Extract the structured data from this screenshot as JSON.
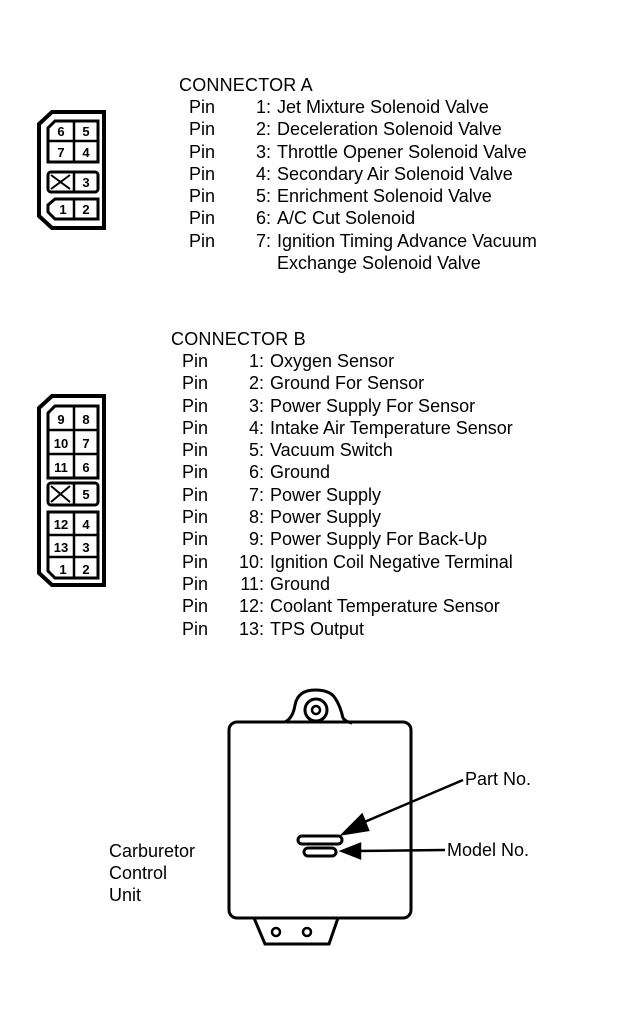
{
  "connector_a": {
    "title": "CONNECTOR A",
    "word": "Pin",
    "pins": [
      {
        "num": "1:",
        "desc": "Jet Mixture Solenoid Valve"
      },
      {
        "num": "2:",
        "desc": "Deceleration Solenoid Valve"
      },
      {
        "num": "3:",
        "desc": "Throttle Opener Solenoid Valve"
      },
      {
        "num": "4:",
        "desc": "Secondary Air Solenoid Valve"
      },
      {
        "num": "5:",
        "desc": "Enrichment Solenoid Valve"
      },
      {
        "num": "6:",
        "desc": "A/C Cut Solenoid"
      },
      {
        "num": "7:",
        "desc": "Ignition Timing Advance Vacuum"
      }
    ],
    "continuation": "Exchange Solenoid Valve",
    "diagram_cells": [
      [
        "6",
        "5"
      ],
      [
        "7",
        "4"
      ],
      [
        "X",
        "3"
      ],
      [
        "1",
        "2"
      ]
    ]
  },
  "connector_b": {
    "title": "CONNECTOR B",
    "word": "Pin",
    "pins": [
      {
        "num": "1:",
        "desc": "Oxygen Sensor"
      },
      {
        "num": "2:",
        "desc": "Ground For Sensor"
      },
      {
        "num": "3:",
        "desc": "Power Supply For Sensor"
      },
      {
        "num": "4:",
        "desc": "Intake Air Temperature Sensor"
      },
      {
        "num": "5:",
        "desc": "Vacuum Switch"
      },
      {
        "num": "6:",
        "desc": "Ground"
      },
      {
        "num": "7:",
        "desc": "Power Supply"
      },
      {
        "num": "8:",
        "desc": "Power Supply"
      },
      {
        "num": "9:",
        "desc": "Power Supply For Back-Up"
      },
      {
        "num": "10:",
        "desc": "Ignition Coil Negative Terminal"
      },
      {
        "num": "11:",
        "desc": "Ground"
      },
      {
        "num": "12:",
        "desc": "Coolant Temperature Sensor"
      },
      {
        "num": "13:",
        "desc": "TPS Output"
      }
    ],
    "diagram_cells": [
      [
        "9",
        "8"
      ],
      [
        "10",
        "7"
      ],
      [
        "11",
        "6"
      ],
      [
        "X",
        "5"
      ],
      [
        "12",
        "4"
      ],
      [
        "13",
        "3"
      ],
      [
        "1",
        "2"
      ]
    ]
  },
  "control_unit": {
    "name_lines": [
      "Carburetor",
      "Control",
      "Unit"
    ],
    "part_no_label": "Part No.",
    "model_no_label": "Model No."
  }
}
